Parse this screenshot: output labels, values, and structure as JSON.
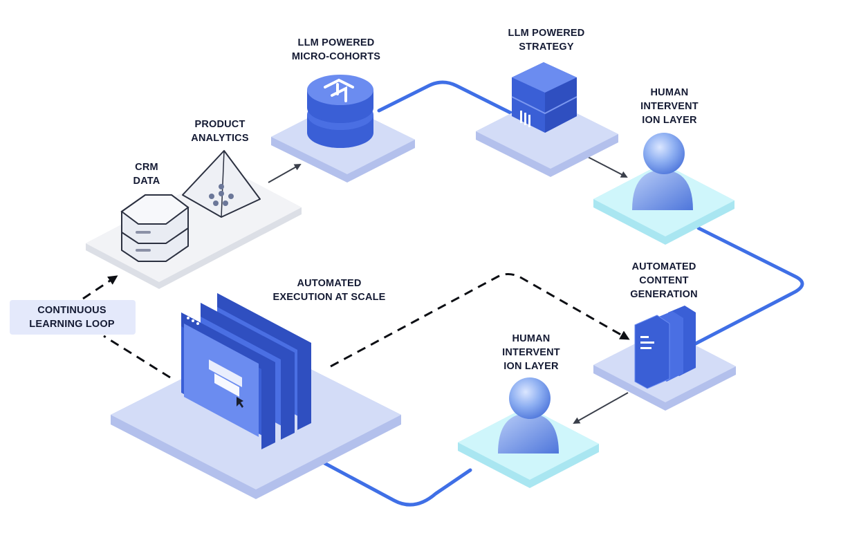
{
  "labels": {
    "crm_data": [
      "CRM",
      "DATA"
    ],
    "product_analytics": [
      "PRODUCT",
      "ANALYTICS"
    ],
    "micro_cohorts": [
      "LLM POWERED",
      "MICRO-COHORTS"
    ],
    "strategy": [
      "LLM POWERED",
      "STRATEGY"
    ],
    "human_layer_top": [
      "HUMAN",
      "INTERVENT",
      "ION LAYER"
    ],
    "content_generation": [
      "AUTOMATED",
      "CONTENT",
      "GENERATION"
    ],
    "human_layer_bottom": [
      "HUMAN",
      "INTERVENT",
      "ION LAYER"
    ],
    "execution": [
      "AUTOMATED",
      "EXECUTION AT SCALE"
    ],
    "loop": [
      "CONTINUOUS",
      "LEARNING LOOP"
    ]
  },
  "colors": {
    "flow_line": "#3f6fe6",
    "platform_blue_top": "#d3dcf7",
    "platform_blue_side": "#b3c0ec",
    "platform_cyan_top": "#cff6fb",
    "platform_cyan_side": "#a9e6f1",
    "platform_gray_top": "#f2f3f6",
    "platform_gray_side": "#dcdfe6",
    "accent_blue": "#4a6fe3",
    "text": "#141a33"
  }
}
